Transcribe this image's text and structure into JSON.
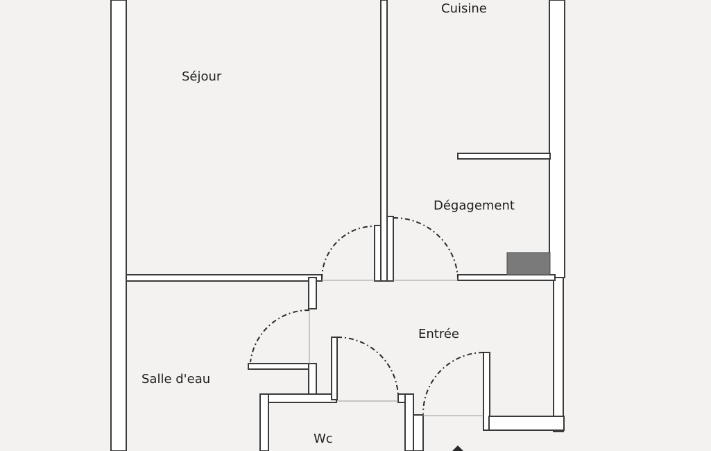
{
  "rooms": {
    "sejour": "Séjour",
    "cuisine": "Cuisine",
    "degagement": "Dégagement",
    "entree": "Entrée",
    "salle_deau": "Salle d'eau",
    "wc": "Wc"
  },
  "colors": {
    "background": "#f3f2f0",
    "wall_fill": "#ffffff",
    "wall_stroke": "#3a3a3a",
    "fixture": "#7a7a7a"
  }
}
